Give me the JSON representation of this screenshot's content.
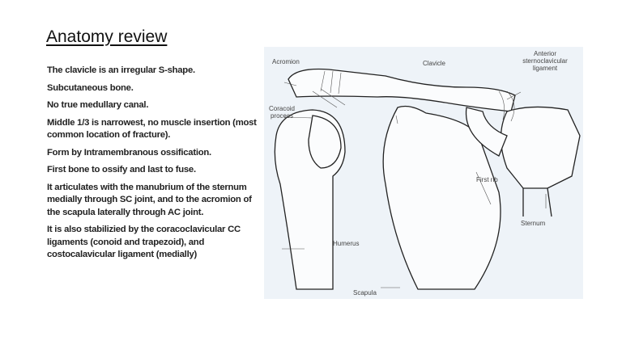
{
  "slide": {
    "title": "Anatomy review",
    "bullets": [
      "The clavicle is an irregular S-shape.",
      "Subcutaneous bone.",
      "No true medullary canal.",
      "Middle 1/3 is narrowest, no muscle insertion (most common location of fracture).",
      "Form by Intramembranous ossification.",
      "First bone to ossify and last to fuse.",
      "It articulates with the manubrium of the sternum medially through SC joint, and to the acromion of the scapula laterally through AC joint.",
      "It is also stabilizied by the coracoclavicular CC ligaments (conoid and trapezoid), and costocalavicular ligament (medially)"
    ]
  },
  "figure": {
    "labels": {
      "acromion": "Acromion",
      "clavicle": "Clavicle",
      "anterior_sc_ligament": "Anterior sternoclavicular ligament",
      "coracoid": "Coracoid process",
      "first_rib": "First rib",
      "sternum": "Sternum",
      "humerus": "Humerus",
      "scapula": "Scapula"
    },
    "background": "#eef3f8"
  }
}
